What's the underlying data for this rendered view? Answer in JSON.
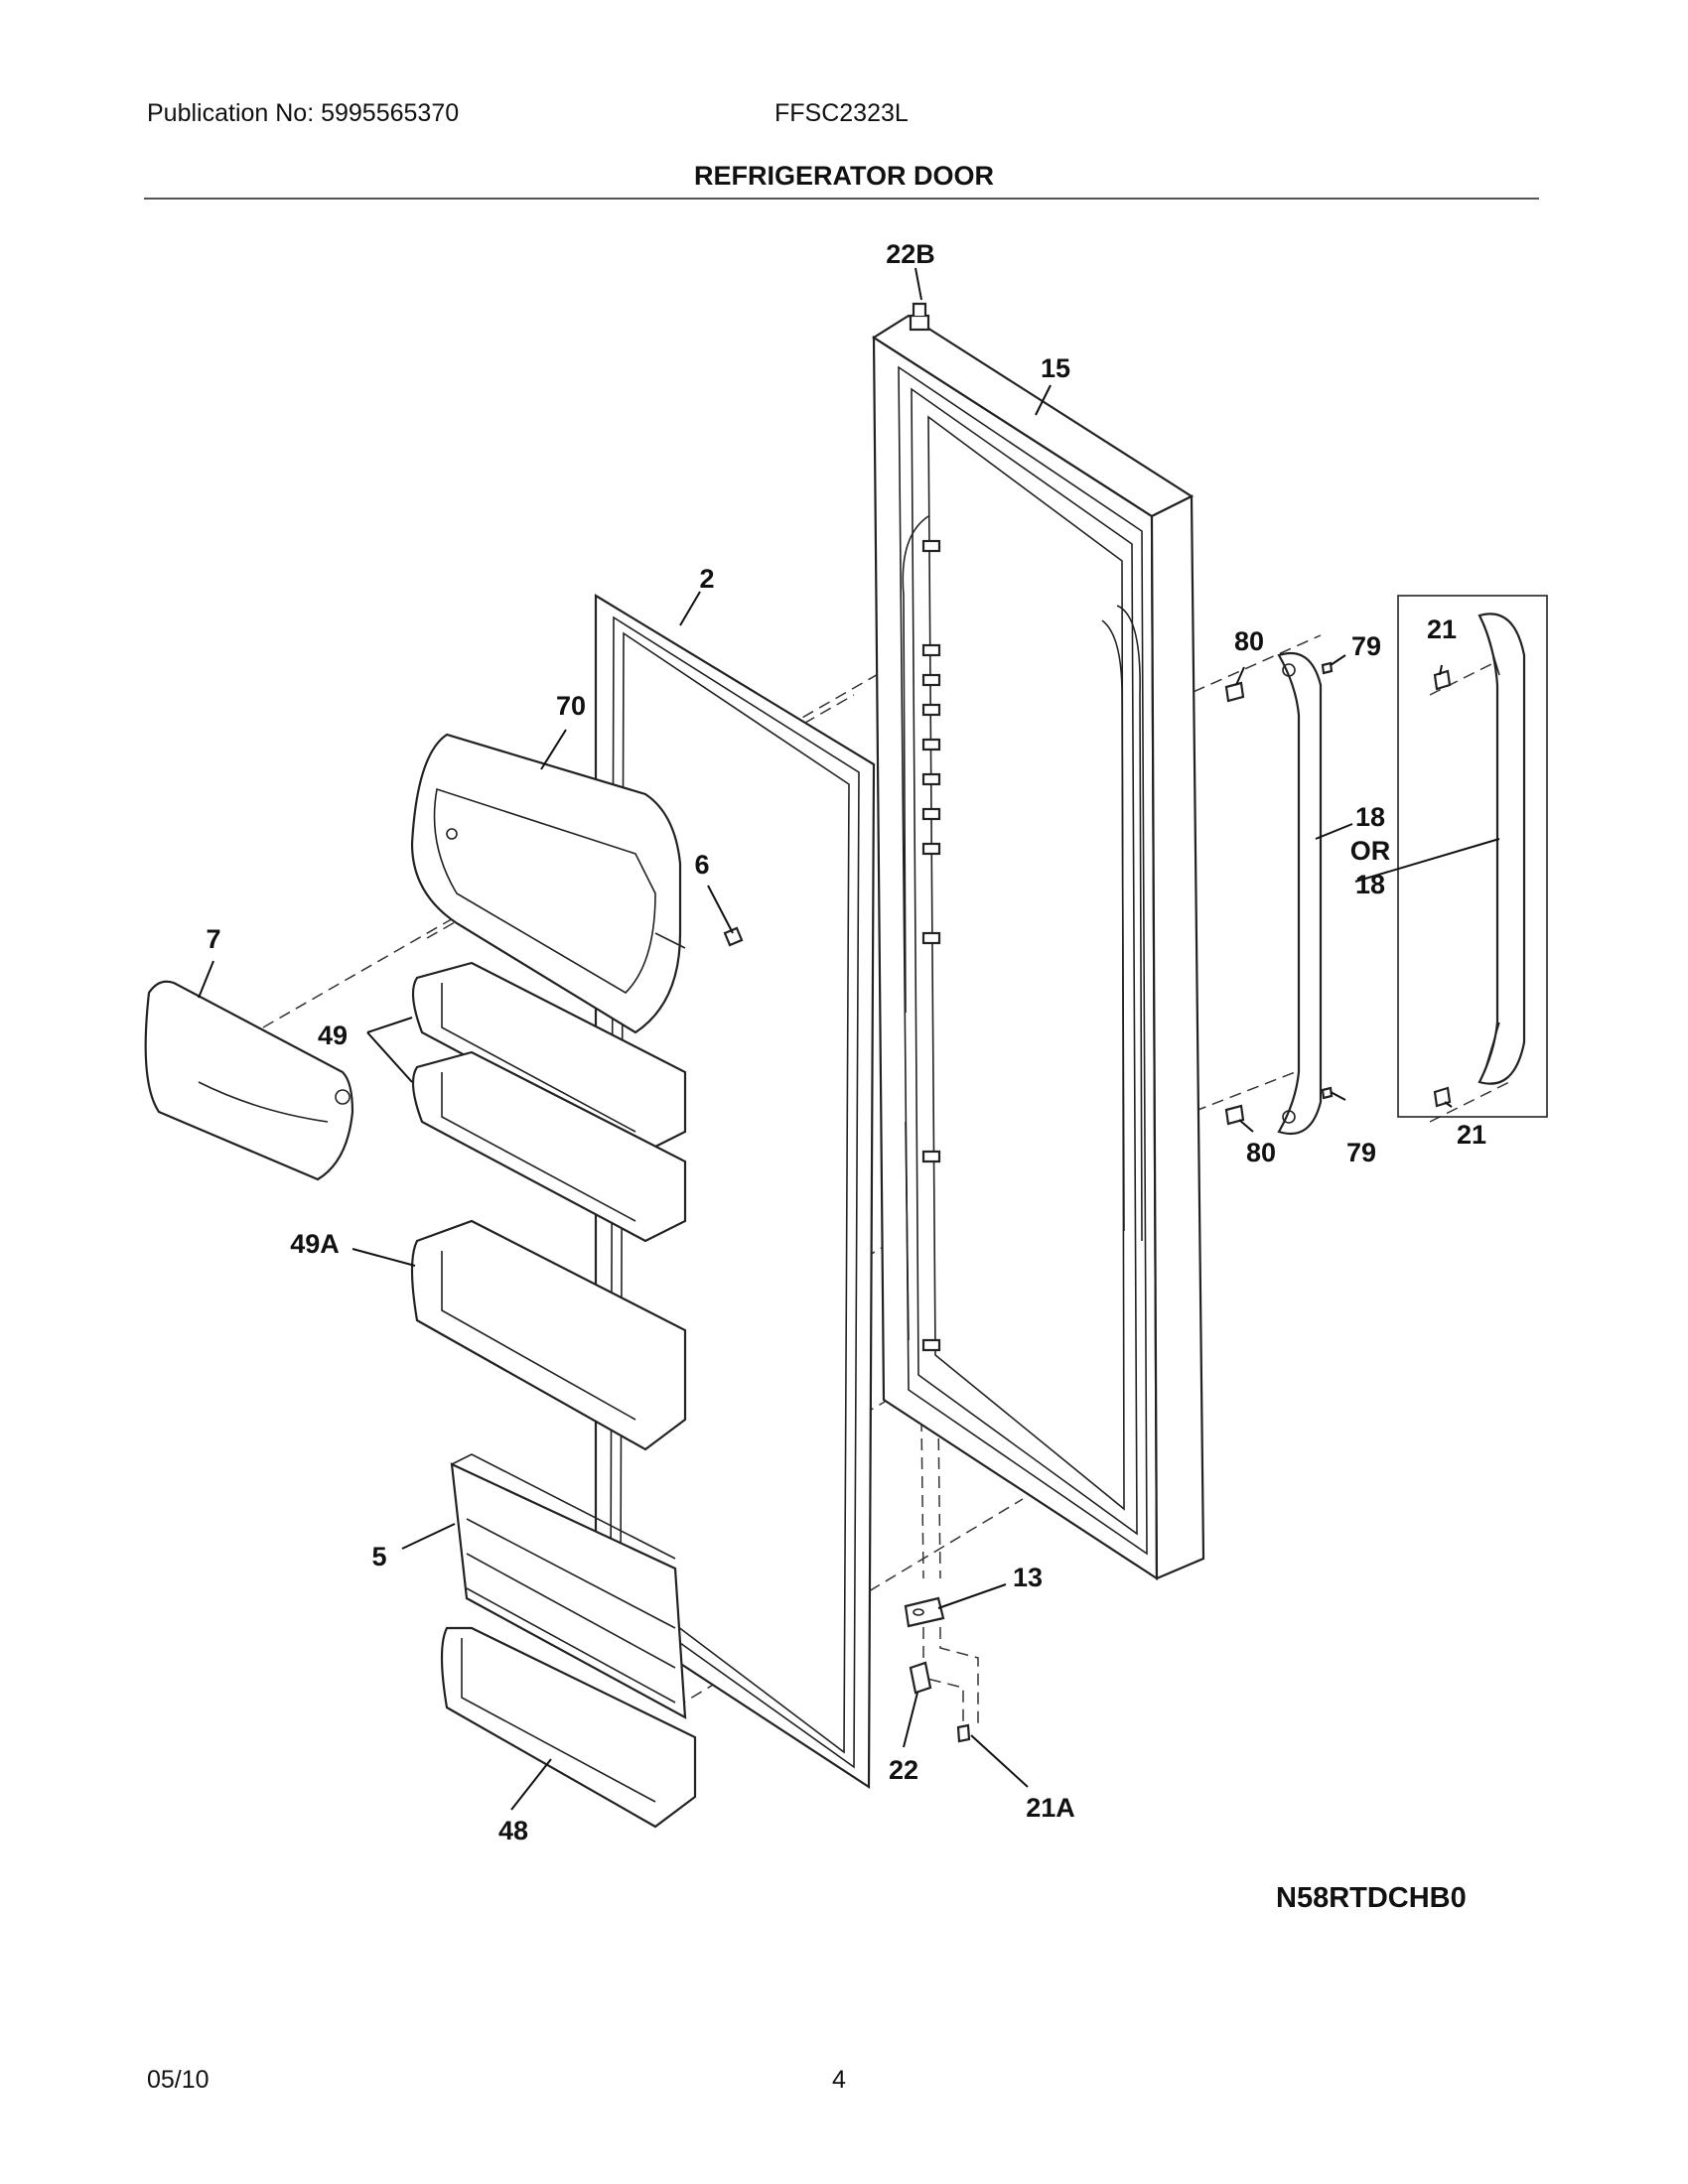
{
  "header": {
    "publication": "Publication No: 5995565370",
    "model": "FFSC2323L",
    "title": "REFRIGERATOR DOOR"
  },
  "diagram": {
    "callouts": [
      "22B",
      "15",
      "2",
      "70",
      "6",
      "7",
      "49",
      "49A",
      "5",
      "48",
      "13",
      "22",
      "21A",
      "80",
      "79",
      "18",
      "OR",
      "18",
      "21",
      "80",
      "79",
      "21"
    ],
    "code": "N58RTDCHB0"
  },
  "footer": {
    "date": "05/10",
    "page": "4"
  }
}
